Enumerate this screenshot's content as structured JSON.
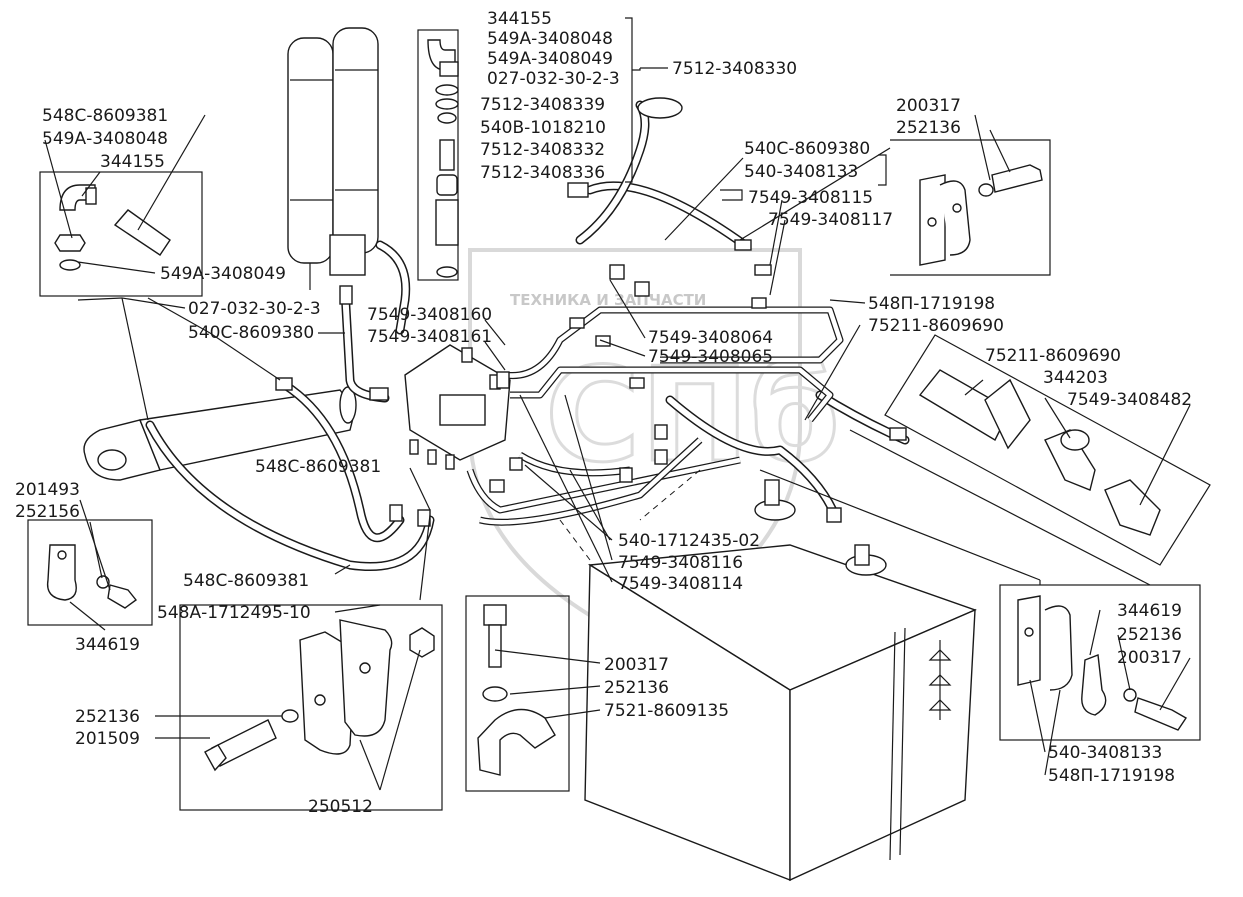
{
  "watermark": {
    "brand": "ТЕХНИКА И ЗАПЧАСТИ",
    "monogram": "СПб"
  },
  "labels": {
    "top_344155": "344155",
    "top_549A_8048": "549А-3408048",
    "top_549A_8049": "549А-3408049",
    "top_027": "027-032-30-2-3",
    "top_7512_8330": "7512-3408330",
    "top_7512_8339": "7512-3408339",
    "top_540B": "540В-1018210",
    "top_7512_8332": "7512-3408332",
    "top_7512_8336": "7512-3408336",
    "l_548C_9381": "548С-8609381",
    "l_549A_8048": "549А-3408048",
    "l_344155": "344155",
    "l_549A_8049": "549А-3408049",
    "l_027": "027-032-30-2-3",
    "l_540C_9380": "540С-8609380",
    "m_7549_8160": "7549-3408160",
    "m_7549_8161": "7549-3408161",
    "m_7549_8064": "7549-3408064",
    "m_7549_8065": "7549-3408065",
    "r_200317": "200317",
    "r_252136": "252136",
    "r_540C_9380": "540С-8609380",
    "r_540_8133": "540-3408133",
    "r_7549_8115": "7549-3408115",
    "r_7549_8117": "7549-3408117",
    "r_548P_9198": "548П-1719198",
    "r_75211_9690": "75211-8609690",
    "rb_75211_9690": "75211-8609690",
    "rb_344203": "344203",
    "rb_7549_8482": "7549-3408482",
    "c_548C_9381": "548С-8609381",
    "lc_201493": "201493",
    "lc_252156": "252156",
    "lc_344619": "344619",
    "b_548C_9381": "548С-8609381",
    "b_548A": "548А-1712495-10",
    "b_252136": "252136",
    "b_201509": "201509",
    "b_250512": "250512",
    "c_540_1712435": "540-1712435-02",
    "c_7549_8116": "7549-3408116",
    "c_7549_8114": "7549-3408114",
    "cb_200317": "200317",
    "cb_252136": "252136",
    "cb_7521_9135": "7521-8609135",
    "br_344619": "344619",
    "br_252136": "252136",
    "br_200317": "200317",
    "br_540_8133": "540-3408133",
    "br_548P_9198": "548П-1719198"
  }
}
